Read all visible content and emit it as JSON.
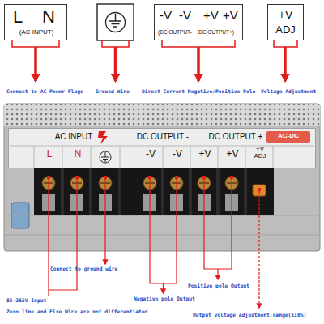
{
  "diagram": {
    "nodes": [
      {
        "text": [
          "L",
          "N",
          "(AC INPUT)"
        ]
      },
      {
        "text": [
          "-V",
          "-V",
          "+V",
          "+V",
          "(DC OUTPUT-",
          "DC OUTPUT+)"
        ]
      },
      {
        "text": [
          "+V",
          "ADJ"
        ]
      },
      {
        "text": [
          "AC INPUT",
          "DC OUTPUT -",
          "DC OUTPUT +",
          "L",
          "N",
          "-V",
          "-V",
          "+V",
          "+V",
          "+V ADJ"
        ]
      },
      {
        "text": [
          "AC-DC"
        ],
        "in": 3
      }
    ],
    "labels": [
      "Connect to AC Power Plugs",
      "Ground Wire",
      "Direct Current Negative/Positive Pole",
      "Voltage Adjustment",
      "Connect to ground wire",
      "Negative pole Output",
      "Positive pole Output",
      "85-265V Input",
      "Zero line and Fire Wire are not differentiated",
      "Output voltage adjustment:range(±10%)"
    ]
  }
}
